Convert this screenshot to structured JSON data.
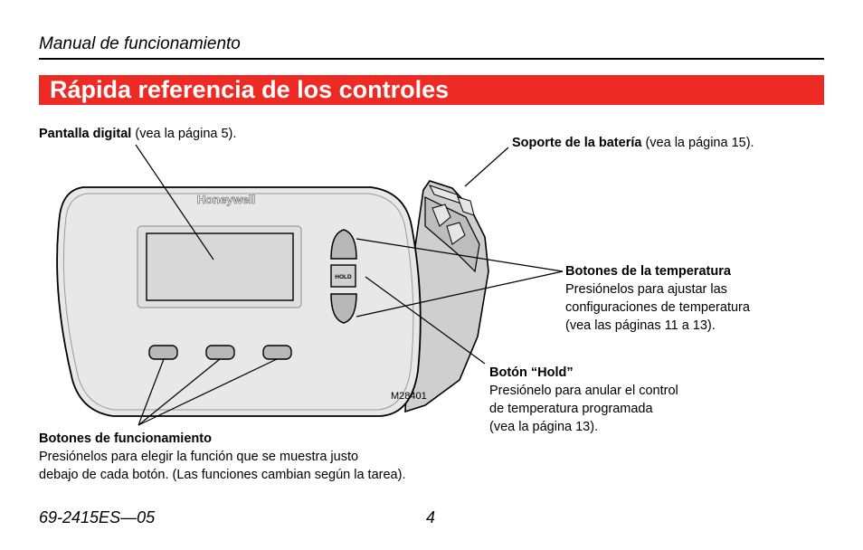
{
  "header": {
    "manual_title": "Manual de funcionamiento",
    "section_title": "Rápida referencia de los controles"
  },
  "device": {
    "brand": "Honeywell",
    "hold_label": "HOLD",
    "figure_code": "M28401"
  },
  "callouts": {
    "display": {
      "title": "Pantalla digital",
      "ref": " (vea la página 5)."
    },
    "battery": {
      "title": "Soporte de la batería",
      "ref": " (vea la página 15)."
    },
    "temperature": {
      "title": "Botones de la temperatura",
      "lines": [
        "Presiónelos para ajustar las",
        "configuraciones de temperatura",
        "(vea las páginas 11 a 13)."
      ]
    },
    "hold": {
      "title": "Botón “Hold”",
      "lines": [
        "Presiónelo para anular el control",
        "de temperatura programada",
        "(vea la página 13)."
      ]
    },
    "function": {
      "title": "Botones de funcionamiento",
      "lines": [
        "Presiónelos para elegir la función que se muestra justo",
        "debajo de cada botón. (Las funciones cambian según la tarea)."
      ]
    }
  },
  "footer": {
    "doc_number": "69-2415ES—05",
    "page_number": "4"
  }
}
